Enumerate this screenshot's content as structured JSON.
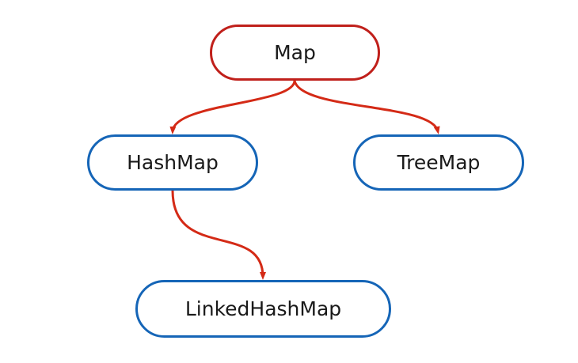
{
  "nodes": {
    "map": {
      "label": "Map",
      "color": "#c0201b"
    },
    "hashmap": {
      "label": "HashMap",
      "color": "#1565b7"
    },
    "treemap": {
      "label": "TreeMap",
      "color": "#1565b7"
    },
    "linked": {
      "label": "LinkedHashMap",
      "color": "#1565b7"
    }
  },
  "edges": [
    {
      "from": "Map",
      "to": "HashMap"
    },
    {
      "from": "Map",
      "to": "TreeMap"
    },
    {
      "from": "HashMap",
      "to": "LinkedHashMap"
    }
  ],
  "edge_color": "#d42a16"
}
